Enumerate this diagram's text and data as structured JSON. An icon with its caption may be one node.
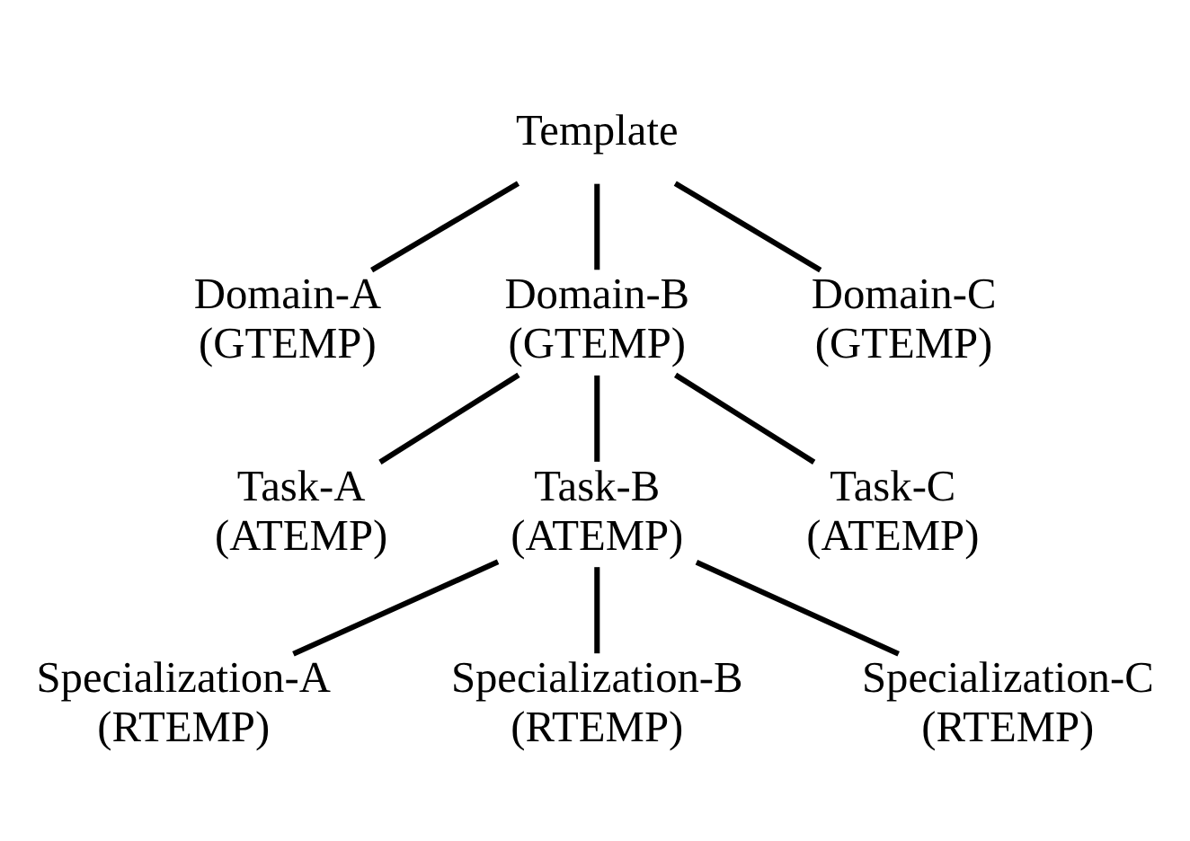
{
  "diagram": {
    "nodes": [
      {
        "text": [
          "Template"
        ]
      },
      {
        "text": [
          "Domain-A (GTEMP)"
        ]
      },
      {
        "text": [
          "Domain-B (GTEMP)"
        ]
      },
      {
        "text": [
          "Domain-C (GTEMP)"
        ]
      },
      {
        "text": [
          "Task-A (ATEMP)"
        ]
      },
      {
        "text": [
          "Task-B (ATEMP)"
        ]
      },
      {
        "text": [
          "Task-C (ATEMP)"
        ]
      },
      {
        "text": [
          "Specialization-A (RTEMP)"
        ]
      },
      {
        "text": [
          "Specialization-B (RTEMP)"
        ]
      },
      {
        "text": [
          "Specialization-C (RTEMP)"
        ]
      }
    ],
    "edges": [
      {
        "from": 0,
        "to": 1,
        "arrow": "none"
      },
      {
        "from": 0,
        "to": 2,
        "arrow": "none"
      },
      {
        "from": 0,
        "to": 3,
        "arrow": "none"
      },
      {
        "from": 2,
        "to": 4,
        "arrow": "none"
      },
      {
        "from": 2,
        "to": 5,
        "arrow": "none"
      },
      {
        "from": 2,
        "to": 6,
        "arrow": "none"
      },
      {
        "from": 5,
        "to": 7,
        "arrow": "none"
      },
      {
        "from": 5,
        "to": 8,
        "arrow": "none"
      },
      {
        "from": 5,
        "to": 9,
        "arrow": "none"
      }
    ]
  }
}
